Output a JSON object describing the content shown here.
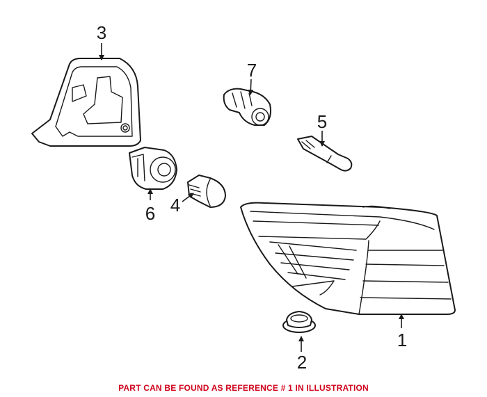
{
  "callouts": [
    "1",
    "2",
    "3",
    "4",
    "5",
    "6",
    "7"
  ],
  "footer_note": "PART CAN BE FOUND AS REFERENCE # 1 IN ILLUSTRATION",
  "colors": {
    "line": "#1a1a1a",
    "note": "#d0021b",
    "background": "#ffffff"
  }
}
